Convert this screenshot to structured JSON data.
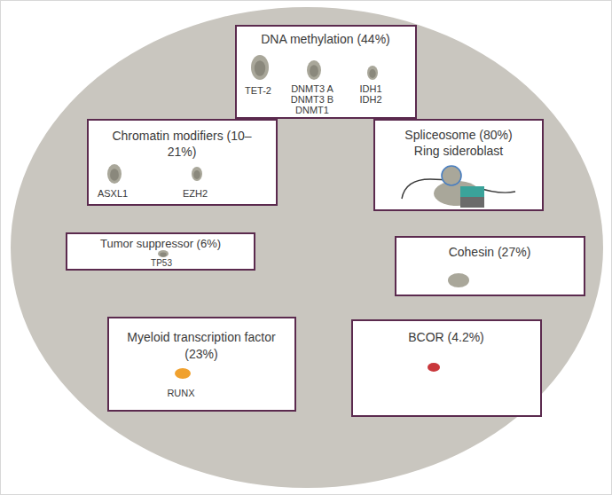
{
  "diagram": {
    "nodes": [
      {
        "text": [
          "DNA methylation (44%)",
          "TET-2",
          "DNMT3 A DNMT3 B DNMT1",
          "IDH1 IDH2"
        ]
      },
      {
        "text": [
          "Chromatin modifiers (10–21%)",
          "ASXL1",
          "EZH2"
        ]
      },
      {
        "text": [
          "Spliceosome (80%)",
          "Ring sideroblast"
        ]
      },
      {
        "text": [
          "Tumor suppressor (6%)",
          "TP53"
        ]
      },
      {
        "text": [
          "Cohesin (27%)"
        ]
      },
      {
        "text": [
          "Myeloid transcription factor (23%)",
          "RUNX"
        ]
      },
      {
        "text": [
          "BCOR (4.2%)"
        ]
      }
    ]
  }
}
